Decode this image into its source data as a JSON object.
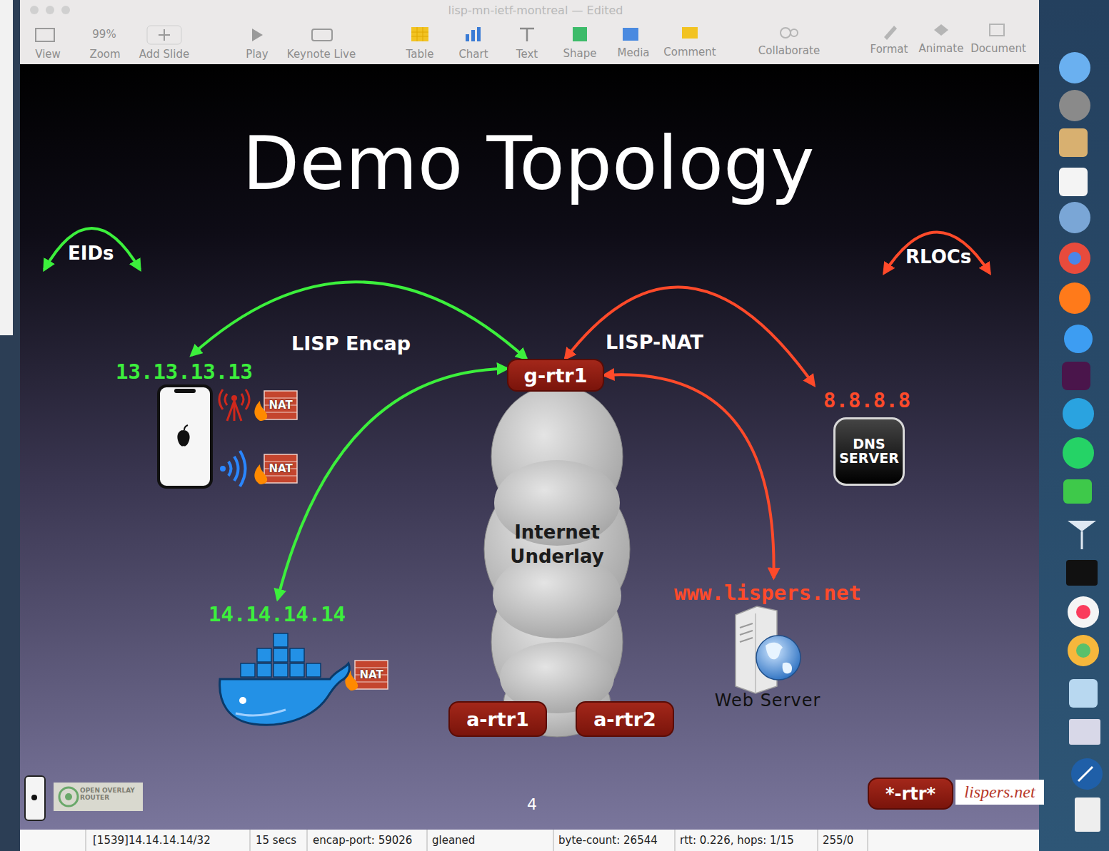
{
  "diagram": {
    "title": "Demo Topology",
    "nodes": [
      {
        "text": [
          "13.13.13.13"
        ]
      },
      {
        "text": [
          "g-rtr1"
        ]
      },
      {
        "text": [
          "8.8.8.8",
          "DNS SERVER"
        ]
      },
      {
        "text": [
          "Internet Underlay"
        ]
      },
      {
        "text": [
          "14.14.14.14"
        ]
      },
      {
        "text": [
          "www.lispers.net",
          "Web Server"
        ]
      },
      {
        "text": [
          "a-rtr1"
        ]
      },
      {
        "text": [
          "a-rtr2"
        ]
      },
      {
        "text": [
          "*-rtr*"
        ]
      },
      {
        "text": [
          "lispers.net"
        ]
      }
    ],
    "edges": [
      {
        "from": 0,
        "to": 1,
        "arrow": "both"
      },
      {
        "from": 4,
        "to": 1,
        "arrow": "both"
      },
      {
        "from": 1,
        "to": 2,
        "arrow": "both"
      },
      {
        "from": 1,
        "to": 5,
        "arrow": "both"
      }
    ],
    "labels": [
      "lisp-mn-ietf-montreal — Edited",
      "View",
      "99%",
      "Zoom",
      "Add Slide",
      "Play",
      "Keynote Live",
      "Table",
      "Chart",
      "Text",
      "Shape",
      "Media",
      "Comment",
      "Collaborate",
      "Format",
      "Animate",
      "Document",
      "EIDs",
      "RLOCs",
      "LISP Encap",
      "LISP-NAT",
      "NAT",
      "NAT",
      "NAT",
      "4",
      "OPEN OVERLAY ROUTER",
      "[1539]14.14.14.14/32",
      "15 secs",
      "encap-port: 59026",
      "gleaned",
      "byte-count: 26544",
      "rtt: 0.226, hops: 1/15",
      "255/0"
    ]
  }
}
